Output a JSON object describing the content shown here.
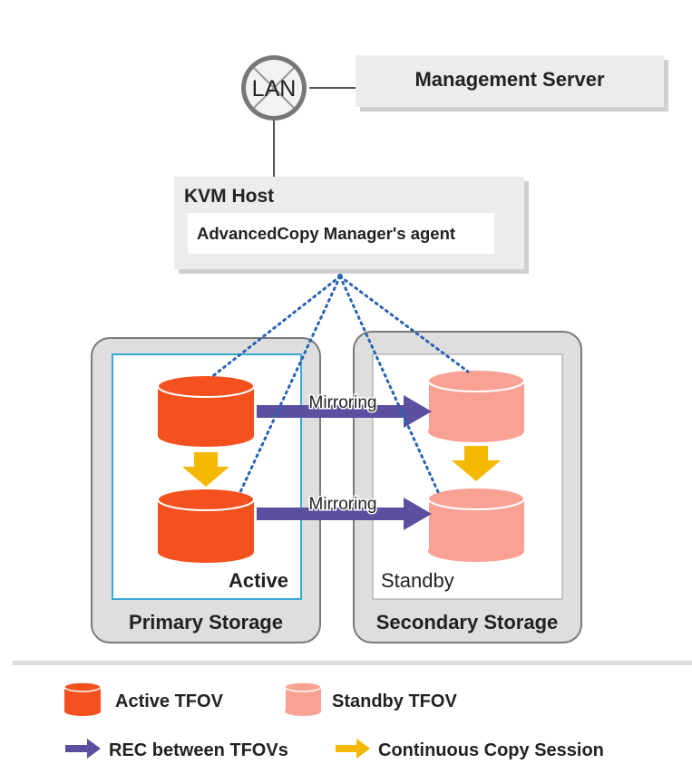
{
  "lan": {
    "label": "LAN"
  },
  "management_server": {
    "label": "Management Server"
  },
  "kvm_host": {
    "title": "KVM Host",
    "agent_label": "AdvancedCopy Manager's agent"
  },
  "primary_storage": {
    "label": "Primary Storage",
    "status_label": "Active"
  },
  "secondary_storage": {
    "label": "Secondary Storage",
    "status_label": "Standby"
  },
  "mirroring": {
    "top_label": "Mirroring",
    "bottom_label": "Mirroring"
  },
  "legend": {
    "active_tfov": "Active TFOV",
    "standby_tfov": "Standby TFOV",
    "rec": "REC between TFOVs",
    "continuous_copy": "Continuous Copy Session"
  },
  "colors": {
    "active_volume": "#f4511e",
    "standby_volume": "#f9a193",
    "rec_arrow": "#5b4fa0",
    "copy_arrow": "#f5b800",
    "dotted_link": "#2a63b3",
    "box_fill": "#ececec",
    "primary_border": "#39a9d6"
  }
}
